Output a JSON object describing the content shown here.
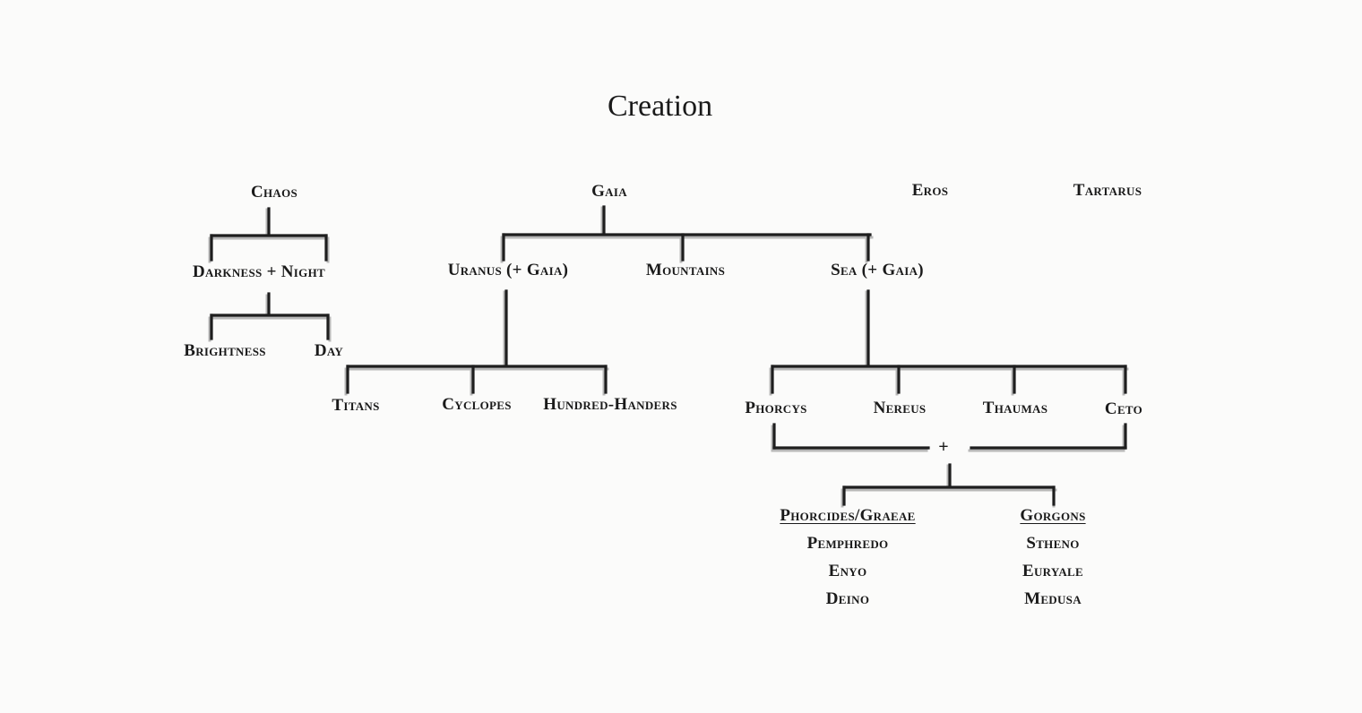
{
  "title": "Creation",
  "nodes": {
    "chaos": "Chaos",
    "gaia": "Gaia",
    "eros": "Eros",
    "tartarus": "Tartarus",
    "darkness_night": "Darkness + Night",
    "brightness": "Brightness",
    "day": "Day",
    "uranus": "Uranus (+ Gaia)",
    "mountains": "Mountains",
    "sea": "Sea (+ Gaia)",
    "titans": "Titans",
    "cyclopes": "Cyclopes",
    "hundred_handers": "Hundred-Handers",
    "phorcys": "Phorcys",
    "nereus": "Nereus",
    "thaumas": "Thaumas",
    "ceto": "Ceto",
    "union": "+"
  },
  "groups": {
    "phorcides": {
      "heading": "Phorcides/Graeae",
      "members": [
        "Pemphredo",
        "Enyo",
        "Deino"
      ]
    },
    "gorgons": {
      "heading": "Gorgons",
      "members": [
        "Stheno",
        "Euryale",
        "Medusa"
      ]
    }
  }
}
